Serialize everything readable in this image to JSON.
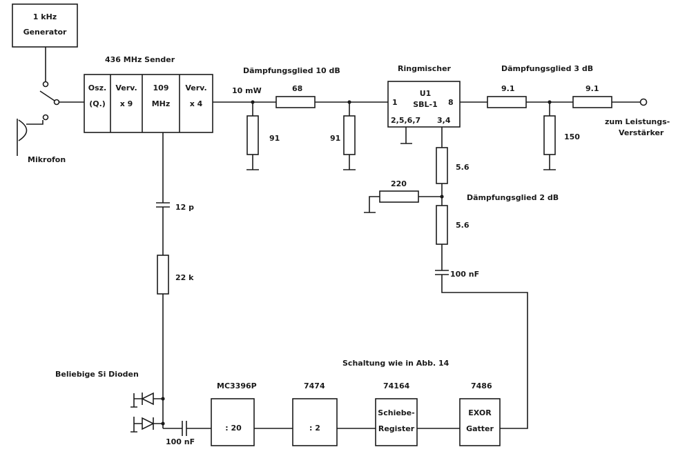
{
  "generator": {
    "line1": "1 kHz",
    "line2": "Generator"
  },
  "microphone": {
    "label": "Mikrofon"
  },
  "transmitter": {
    "title": "436 MHz Sender",
    "osc_line1": "Osz.",
    "osc_line2": "(Q.)",
    "mult9_line1": "Verv.",
    "mult9_line2": "x 9",
    "vco_line1": "109",
    "vco_line2": "MHz",
    "mult4_line1": "Verv.",
    "mult4_line2": "x 4"
  },
  "attenuator_10db": {
    "title": "Dämpfungsglied 10 dB",
    "level": "10 mW",
    "r_series": "68",
    "r_shunt1": "91",
    "r_shunt2": "91"
  },
  "mixer": {
    "title": "Ringmischer",
    "ref": "U1",
    "part": "SBL-1",
    "pin_in": "1",
    "pin_out": "8",
    "pin_gnd": "2,5,6,7",
    "pin_if": "3,4"
  },
  "attenuator_3db": {
    "title": "Dämpfungsglied 3 dB",
    "r_series1": "9.1",
    "r_series2": "9.1",
    "r_shunt": "150",
    "output_line1": "zum Leistungs-",
    "output_line2": "Verstärker"
  },
  "attenuator_2db": {
    "title": "Dämpfungsglied 2 dB",
    "r_upper": "5.6",
    "r_lower": "5.6",
    "r_shunt": "220"
  },
  "coupling": {
    "cap_if": "100 nF",
    "cap_vco": "12 p",
    "resistor": "22 k",
    "cap_div": "100 nF"
  },
  "diodes": {
    "label": "Beliebige Si Dioden"
  },
  "logic": {
    "note": "Schaltung wie in Abb. 14",
    "prescaler": {
      "part": "MC3396P",
      "text": ": 20"
    },
    "flipflop": {
      "part": "7474",
      "text": ": 2"
    },
    "shift": {
      "part": "74164",
      "line1": "Schiebe-",
      "line2": "Register"
    },
    "xor": {
      "part": "7486",
      "line1": "EXOR",
      "line2": "Gatter"
    }
  }
}
